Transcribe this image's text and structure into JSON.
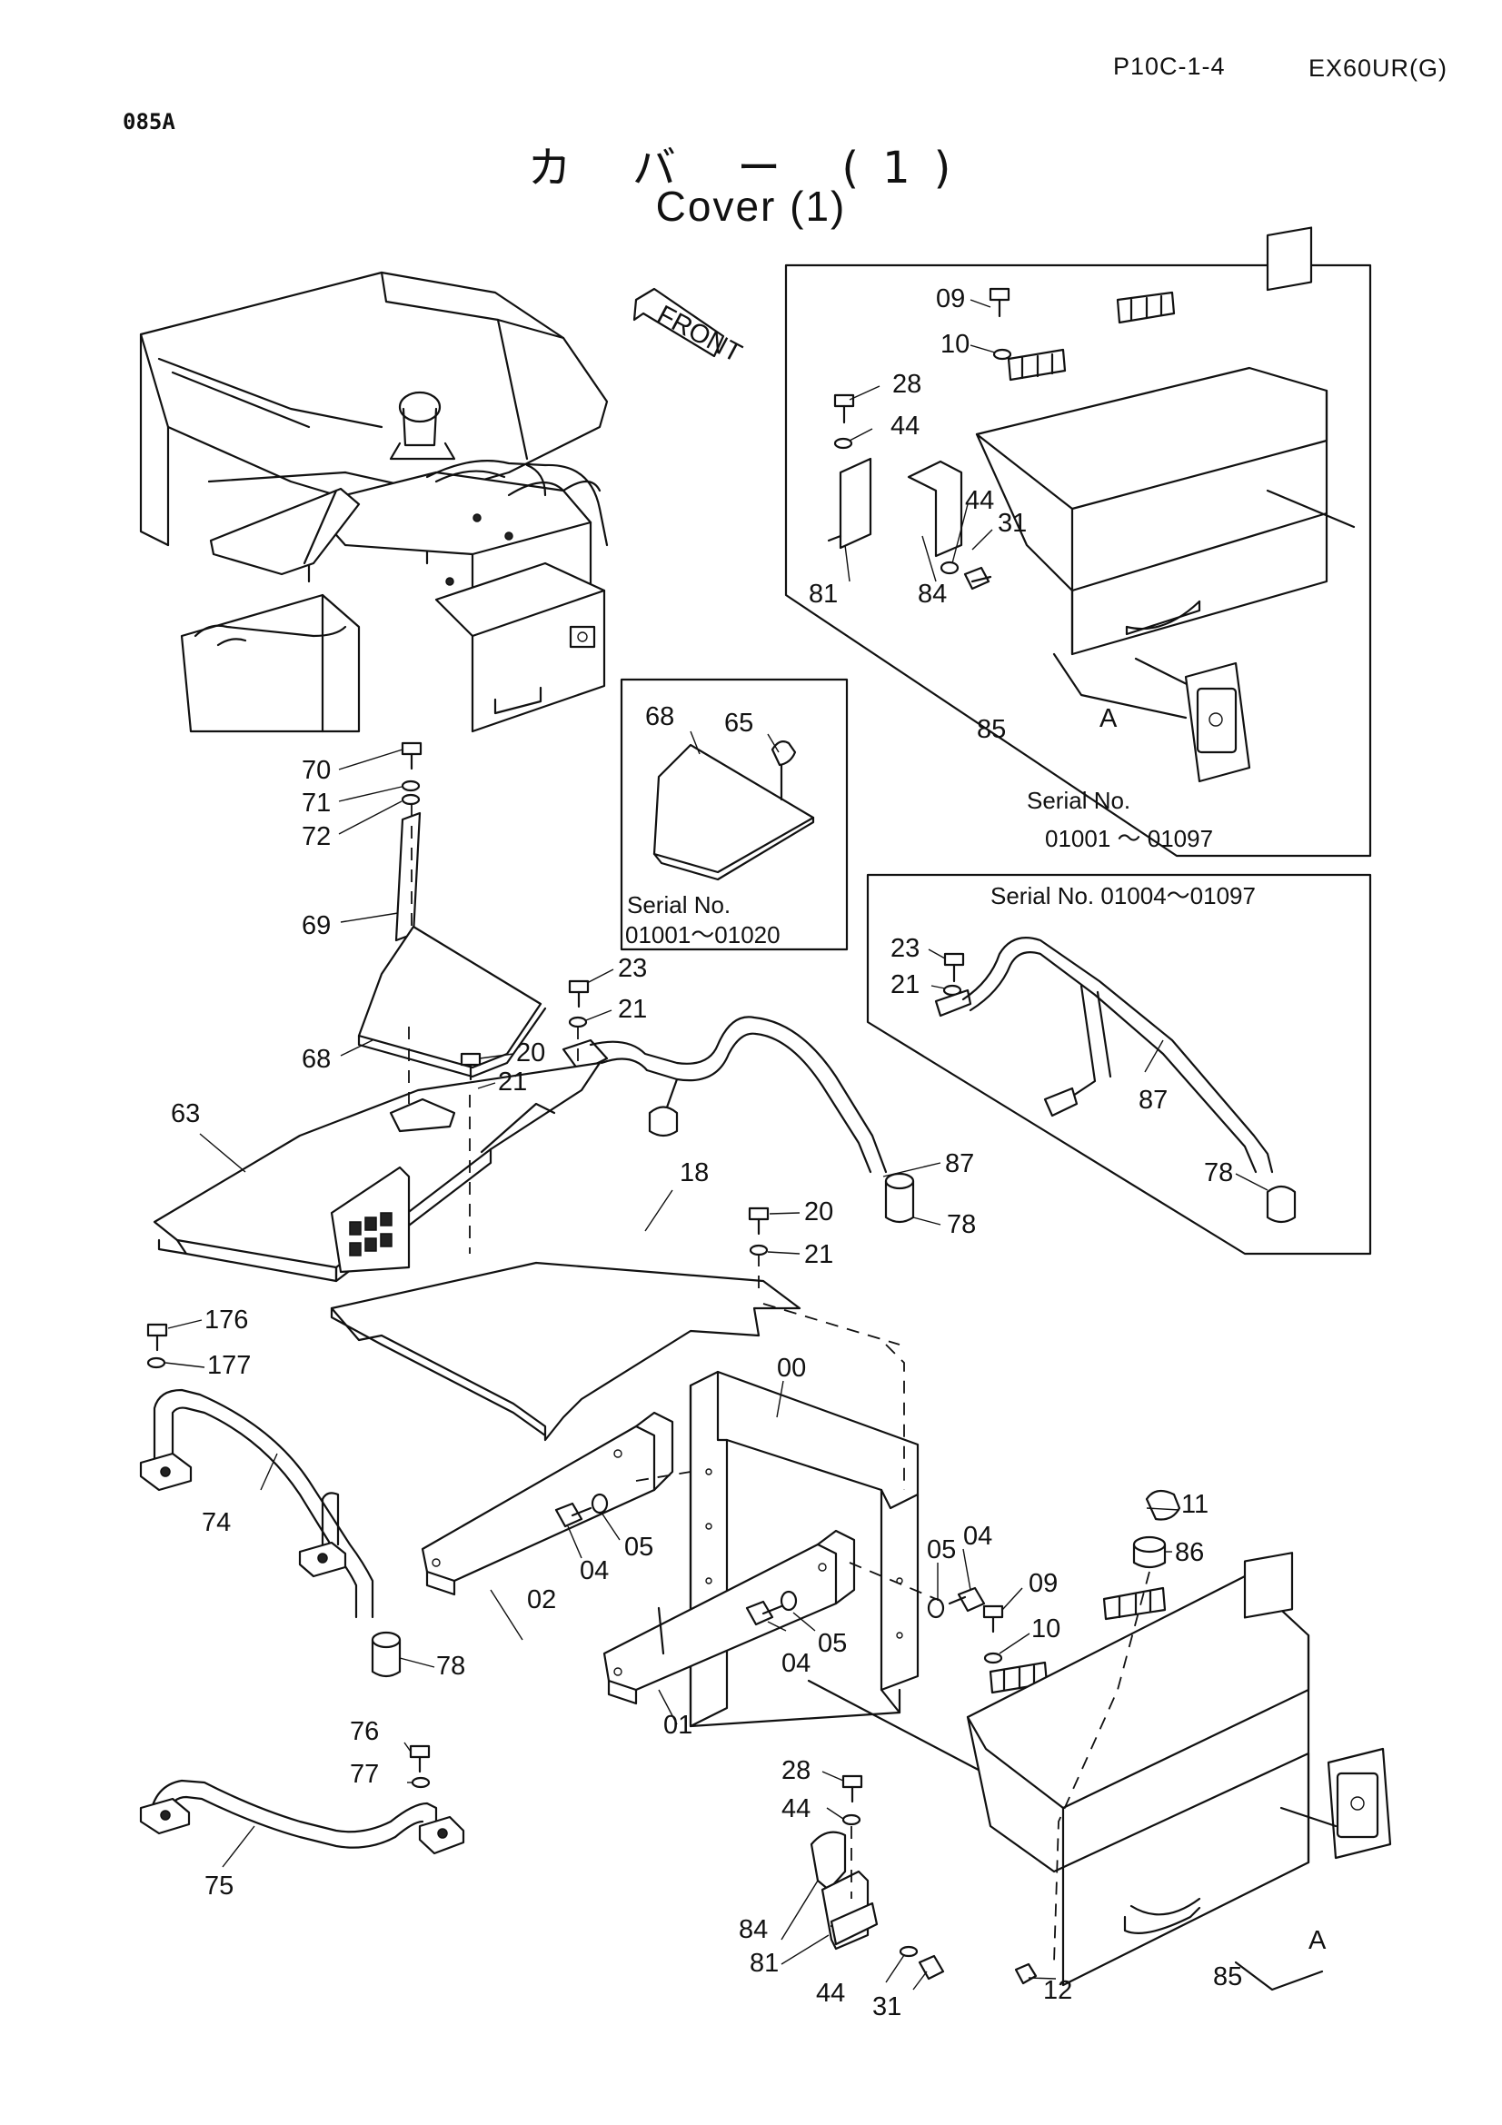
{
  "header": {
    "page_code": "P10C-1-4",
    "model": "EX60UR(G)",
    "sheet_code": "085A",
    "title_jp": "カ バ ー (1)",
    "title_en": "Cover (1)"
  },
  "front_label": "FRONT",
  "insets": {
    "top_right": {
      "serial_label": "Serial No.",
      "serial_range": "01001 ～ 01097"
    },
    "middle": {
      "serial_label": "Serial No.",
      "serial_range": "01001～01020"
    },
    "right": {
      "serial_line": "Serial No. 01004～01097"
    }
  },
  "callouts": {
    "c09a": "09",
    "c10a": "10",
    "c28a": "28",
    "c44a": "44",
    "c44b": "44",
    "c31a": "31",
    "c81a": "81",
    "c84a": "84",
    "c85a": "85",
    "cAa": "A",
    "c68a": "68",
    "c65": "65",
    "c23b": "23",
    "c21c": "21",
    "c87b": "87",
    "c78c": "78",
    "c70": "70",
    "c71": "71",
    "c72": "72",
    "c69": "69",
    "c68b": "68",
    "c23a": "23",
    "c21a": "21",
    "c20a": "20",
    "c21b": "21",
    "c63": "63",
    "c87a": "87",
    "c78a": "78",
    "c18": "18",
    "c20b": "20",
    "c21d": "21",
    "c176": "176",
    "c177": "177",
    "c74": "74",
    "c78b": "78",
    "c00": "00",
    "c02": "02",
    "c04a": "04",
    "c05a": "05",
    "c04b": "04",
    "c05b": "05",
    "c04c": "04",
    "c05c": "05",
    "c01": "01",
    "c11": "11",
    "c86": "86",
    "c09b": "09",
    "c10b": "10",
    "c76": "76",
    "c77": "77",
    "c75": "75",
    "c28b": "28",
    "c44c": "44",
    "c84b": "84",
    "c81b": "81",
    "c44d": "44",
    "c31b": "31",
    "c12": "12",
    "c85b": "85",
    "cAb": "A"
  }
}
